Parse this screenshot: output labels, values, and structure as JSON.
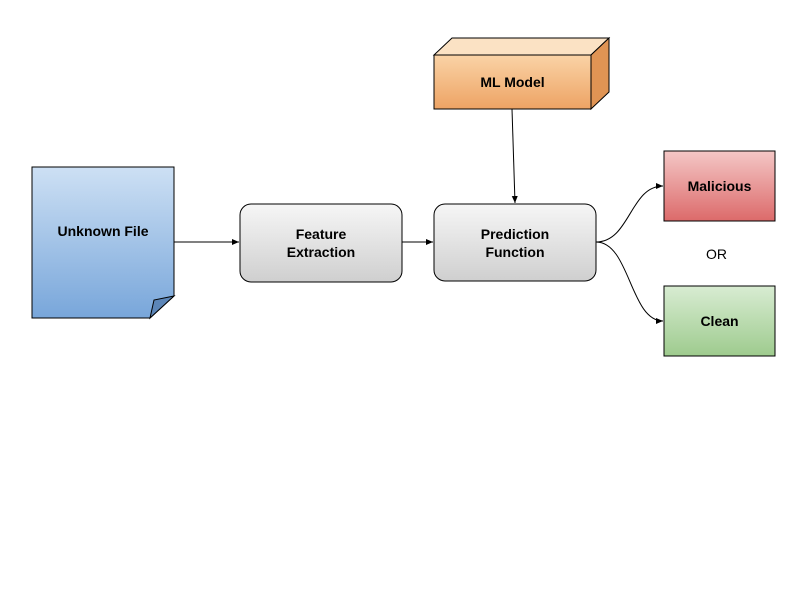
{
  "nodes": {
    "unknown_file": {
      "label": "Unknown File"
    },
    "feature_extraction": {
      "label": "Feature\nExtraction"
    },
    "prediction_function": {
      "label": "Prediction\nFunction"
    },
    "ml_model": {
      "label": "ML Model"
    },
    "malicious": {
      "label": "Malicious"
    },
    "clean": {
      "label": "Clean"
    }
  },
  "or_text": "OR",
  "colors": {
    "file_top": "#cde0f4",
    "file_bottom": "#78a6da",
    "file_fold": "#5c86b8",
    "process_top": "#f6f6f6",
    "process_bottom": "#cfcfcf",
    "model_front_top": "#fad3a6",
    "model_front_bottom": "#eda364",
    "malicious_top": "#f4c7c6",
    "malicious_bottom": "#dc6a6a",
    "clean_top": "#d8ecd2",
    "clean_bottom": "#9ecb8e",
    "stroke": "#000000"
  }
}
